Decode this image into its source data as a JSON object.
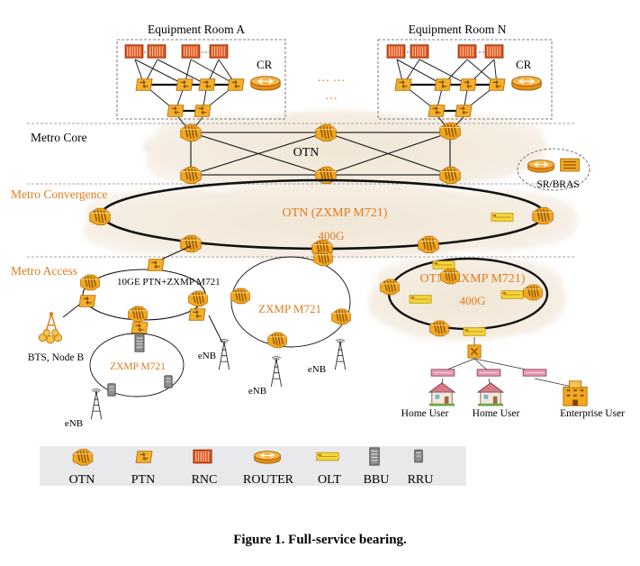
{
  "rooms": [
    {
      "label": "Equipment Room  A",
      "cr_label": "CR"
    },
    {
      "label": "Equipment Room N",
      "cr_label": "CR"
    }
  ],
  "ellipsis": [
    "… …",
    "…"
  ],
  "layers": {
    "core": "Metro Core",
    "convergence": "Metro Convergence",
    "access": "Metro Access"
  },
  "rings": {
    "core_otn": "OTN",
    "convergence": "OTN (ZXMP M721)",
    "convergence_rate": "400G",
    "access_right": "OTN (ZXMP M721)",
    "access_right_rate": "400G",
    "access_mid": "ZXMP M721",
    "access_left": "ZXMP M721",
    "access_ptn": "10GE PTN+ZXMP M721"
  },
  "sr_bras": "SR/BRAS",
  "endpoints": {
    "bts": "BTS, Node B",
    "enb": "eNB",
    "home_user": "Home User",
    "enterprise_user": "Enterprise User"
  },
  "legend": [
    {
      "icon": "otn-icon",
      "label": "OTN"
    },
    {
      "icon": "ptn-icon",
      "label": "PTN"
    },
    {
      "icon": "rnc-icon",
      "label": "RNC"
    },
    {
      "icon": "router-icon",
      "label": "ROUTER"
    },
    {
      "icon": "olt-icon",
      "label": "OLT"
    },
    {
      "icon": "bbu-icon",
      "label": "BBU"
    },
    {
      "icon": "rru-icon",
      "label": "RRU"
    }
  ],
  "caption": "Figure 1. Full-service bearing.",
  "colors": {
    "device": "#f2a81d",
    "device_dark": "#b86f0a",
    "rnc": "#e2561f",
    "layer_label": "#e07b1e",
    "cloud": "#f5ede0",
    "olt": "#f6d53a"
  }
}
